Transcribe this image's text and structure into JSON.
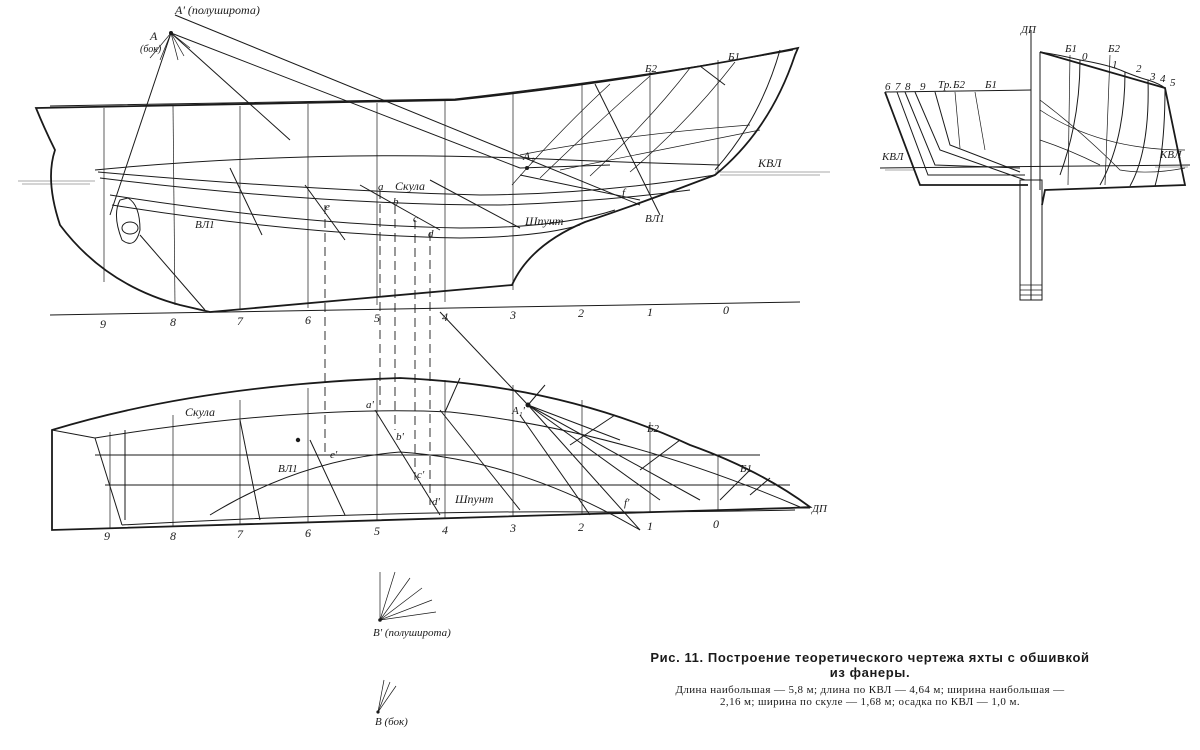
{
  "labels": {
    "a_half": "A' (полуширота)",
    "a_side": "A",
    "a_side_sub": "(бок)",
    "a1": "A₁",
    "a1_plan": "A₁'",
    "b_half": "B' (полуширота)",
    "b_side": "B (бок)",
    "kvl": "КВЛ",
    "vl1": "ВЛ1",
    "skula": "Скула",
    "shpunt": "Шпунт",
    "b1": "Б1",
    "b2": "Б2",
    "dp": "ДП",
    "tr": "Тр.",
    "pts": {
      "a": "a",
      "b": "b",
      "c": "c",
      "d": "d",
      "e": "e",
      "f": "f"
    },
    "pts_plan": {
      "a": "a'",
      "b": "b'",
      "c": "c'",
      "d": "d'",
      "e": "e'",
      "f": "f'"
    },
    "stations": [
      "9",
      "8",
      "7",
      "6",
      "5",
      "4",
      "3",
      "2",
      "1",
      "0"
    ],
    "body_left": [
      "6",
      "7",
      "8",
      "9",
      "Тр.",
      "Б2",
      "Б1"
    ],
    "body_right": [
      "Б1",
      "0",
      "Б2",
      "1",
      "2",
      "3",
      "4",
      "5"
    ]
  },
  "caption": {
    "title_line1": "Рис. 11. Построение теоретического чертежа яхты с обшивкой",
    "title_line2": "из фанеры.",
    "text_line1": "Длина наибольшая — 5,8 м; длина по КВЛ — 4,64 м; ширина наибольшая —",
    "text_line2": "2,16 м; ширина по скуле — 1,68 м; осадка по КВЛ — 1,0 м."
  }
}
